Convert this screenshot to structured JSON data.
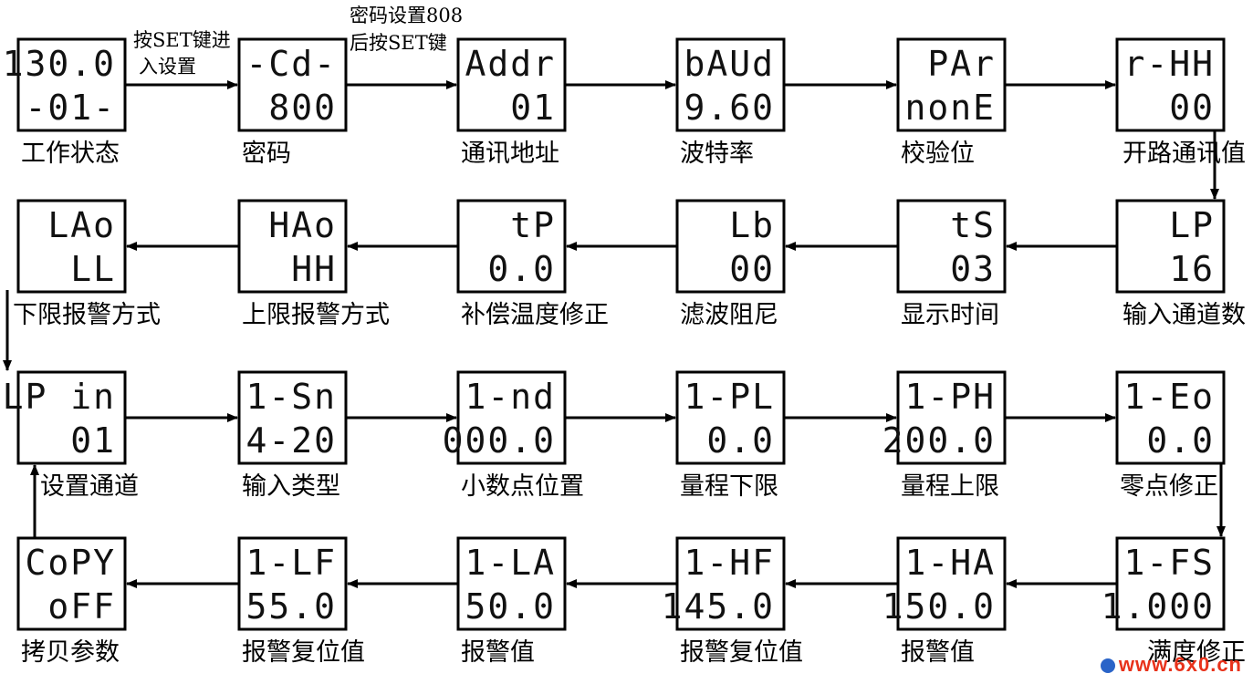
{
  "colors": {
    "line": "#000000",
    "text": "#000000",
    "watermark": "#e8321b"
  },
  "nodes": [
    {
      "line1": "130.0",
      "line2": "-01-",
      "caption": "工作状态"
    },
    {
      "line1": "-Cd-",
      "line2": "800",
      "caption": "密码"
    },
    {
      "line1": "Addr",
      "line2": "01",
      "caption": "通讯地址"
    },
    {
      "line1": "bAUd",
      "line2": "9.60",
      "caption": "波特率"
    },
    {
      "line1": "PAr",
      "line2": "nonE",
      "caption": "校验位"
    },
    {
      "line1": "r-HH",
      "line2": "00",
      "caption": "开路通讯值"
    },
    {
      "line1": "LP",
      "line2": "16",
      "caption": "输入通道数"
    },
    {
      "line1": "tS",
      "line2": "03",
      "caption": "显示时间"
    },
    {
      "line1": "Lb",
      "line2": "00",
      "caption": "滤波阻尼"
    },
    {
      "line1": "tP",
      "line2": "0.0",
      "caption": "补偿温度修正"
    },
    {
      "line1": "HAo",
      "line2": "HH",
      "caption": "上限报警方式"
    },
    {
      "line1": "LAo",
      "line2": "LL",
      "caption": "下限报警方式"
    },
    {
      "line1": "LP in",
      "line2": "01",
      "caption": "设置通道"
    },
    {
      "line1": "1-Sn",
      "line2": "4-20",
      "caption": "输入类型"
    },
    {
      "line1": "1-nd",
      "line2": "000.0",
      "caption": "小数点位置"
    },
    {
      "line1": "1-PL",
      "line2": "0.0",
      "caption": "量程下限"
    },
    {
      "line1": "1-PH",
      "line2": "200.0",
      "caption": "量程上限"
    },
    {
      "line1": "1-Eo",
      "line2": "0.0",
      "caption": "零点修正"
    },
    {
      "line1": "1-FS",
      "line2": "1.000",
      "caption": "满度修正"
    },
    {
      "line1": "1-HA",
      "line2": "150.0",
      "caption": "报警值"
    },
    {
      "line1": "1-HF",
      "line2": "145.0",
      "caption": "报警复位值"
    },
    {
      "line1": "1-LA",
      "line2": "50.0",
      "caption": "报警值"
    },
    {
      "line1": "1-LF",
      "line2": "55.0",
      "caption": "报警复位值"
    },
    {
      "line1": "CoPY",
      "line2": "oFF",
      "caption": "拷贝参数"
    }
  ],
  "annotations": {
    "enter_line1": "按SET键进",
    "enter_line2": "入设置",
    "password_line1": "密码设置808",
    "password_line2": "后按SET键"
  },
  "watermark": "www.6x0.cn"
}
